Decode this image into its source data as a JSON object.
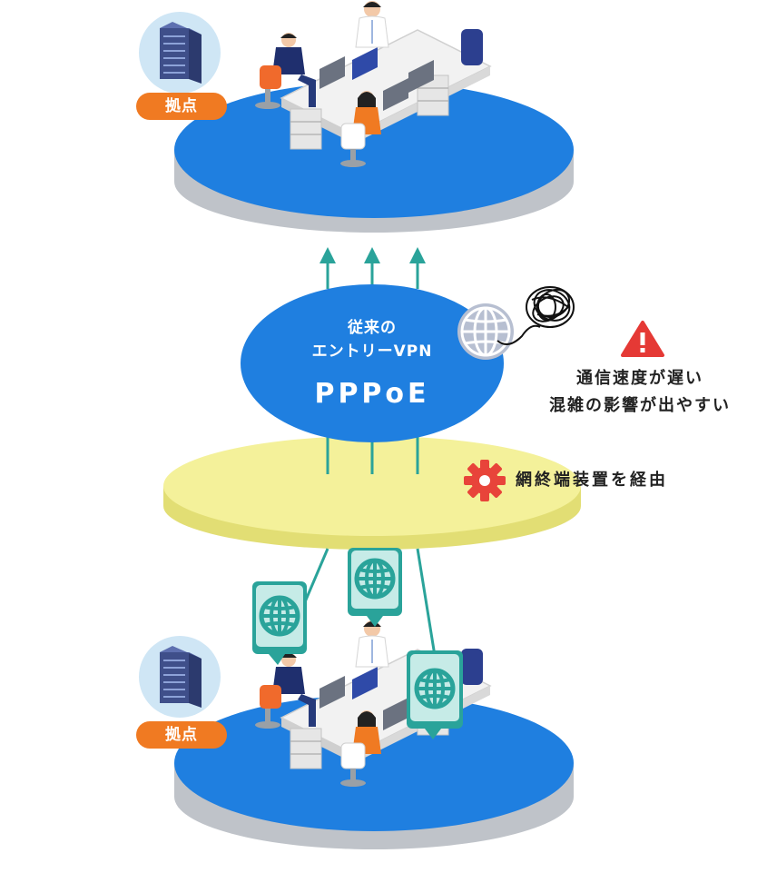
{
  "top_site": {
    "label": "拠点"
  },
  "bottom_site": {
    "label": "拠点"
  },
  "vpn": {
    "line1": "従来の",
    "line2": "エントリーVPN",
    "protocol": "PPPoE"
  },
  "warning": {
    "line1": "通信速度が遅い",
    "line2": "混雑の影響が出やすい"
  },
  "network_terminal": {
    "label": "網終端装置を経由"
  },
  "colors": {
    "platform_blue": "#1f7fe0",
    "platform_side": "#bfc3c9",
    "ellipse_blue": "#1f7fe0",
    "yellow_layer": "#f4f19a",
    "teal": "#2aa39a",
    "site_badge": "#f07a22",
    "warning_red": "#e53935",
    "gear_red": "#e8443a"
  },
  "icons": [
    "server-icon",
    "globe-icon",
    "warning-icon",
    "gear-icon",
    "tangle-icon"
  ]
}
